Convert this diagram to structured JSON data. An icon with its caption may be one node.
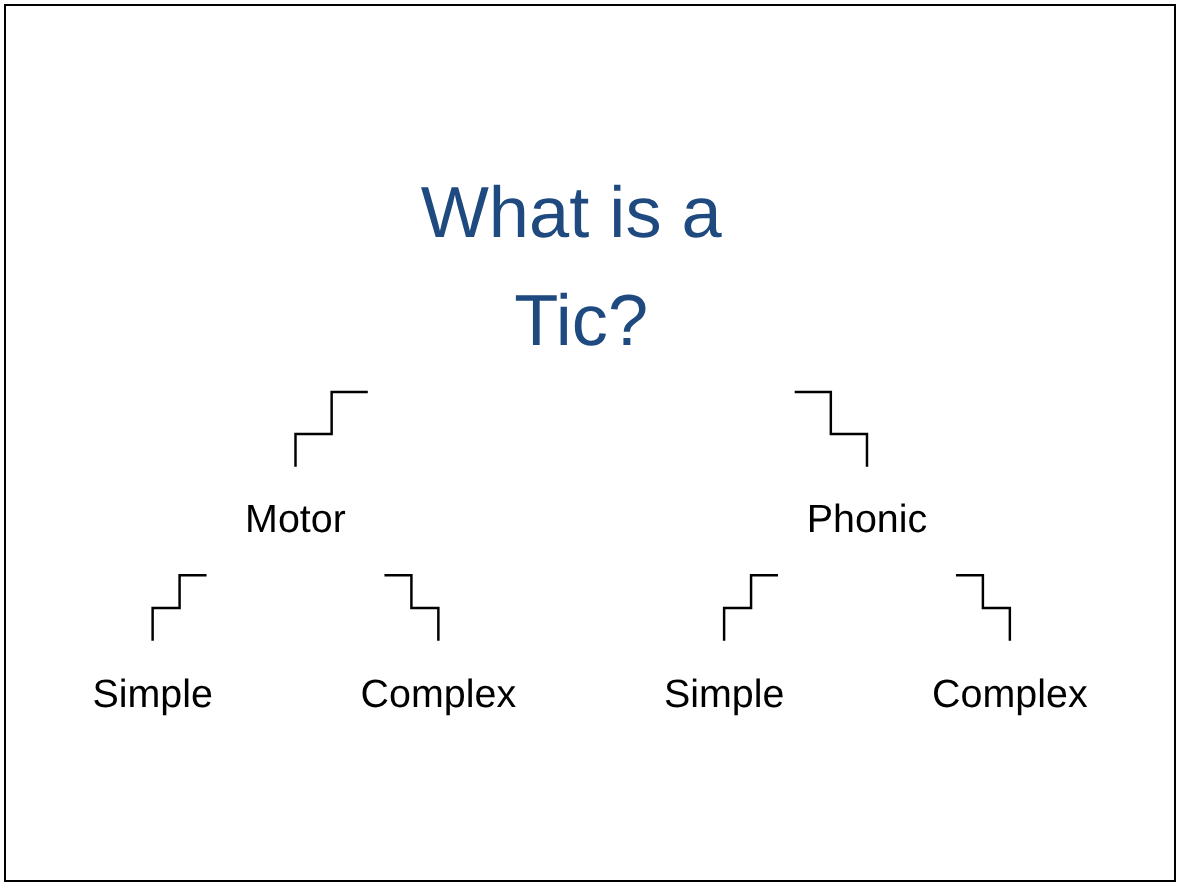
{
  "diagram": {
    "nodes": [
      {
        "text": [
          "What is a Tic?"
        ]
      },
      {
        "text": [
          "Motor"
        ]
      },
      {
        "text": [
          "Phonic"
        ]
      },
      {
        "text": [
          "Simple"
        ]
      },
      {
        "text": [
          "Complex"
        ]
      },
      {
        "text": [
          "Simple"
        ]
      },
      {
        "text": [
          "Complex"
        ]
      }
    ],
    "edges": [
      {
        "from": 0,
        "to": 1,
        "arrow": "none"
      },
      {
        "from": 0,
        "to": 2,
        "arrow": "none"
      },
      {
        "from": 1,
        "to": 3,
        "arrow": "none"
      },
      {
        "from": 1,
        "to": 4,
        "arrow": "none"
      },
      {
        "from": 2,
        "to": 5,
        "arrow": "none"
      },
      {
        "from": 2,
        "to": 6,
        "arrow": "none"
      }
    ]
  }
}
